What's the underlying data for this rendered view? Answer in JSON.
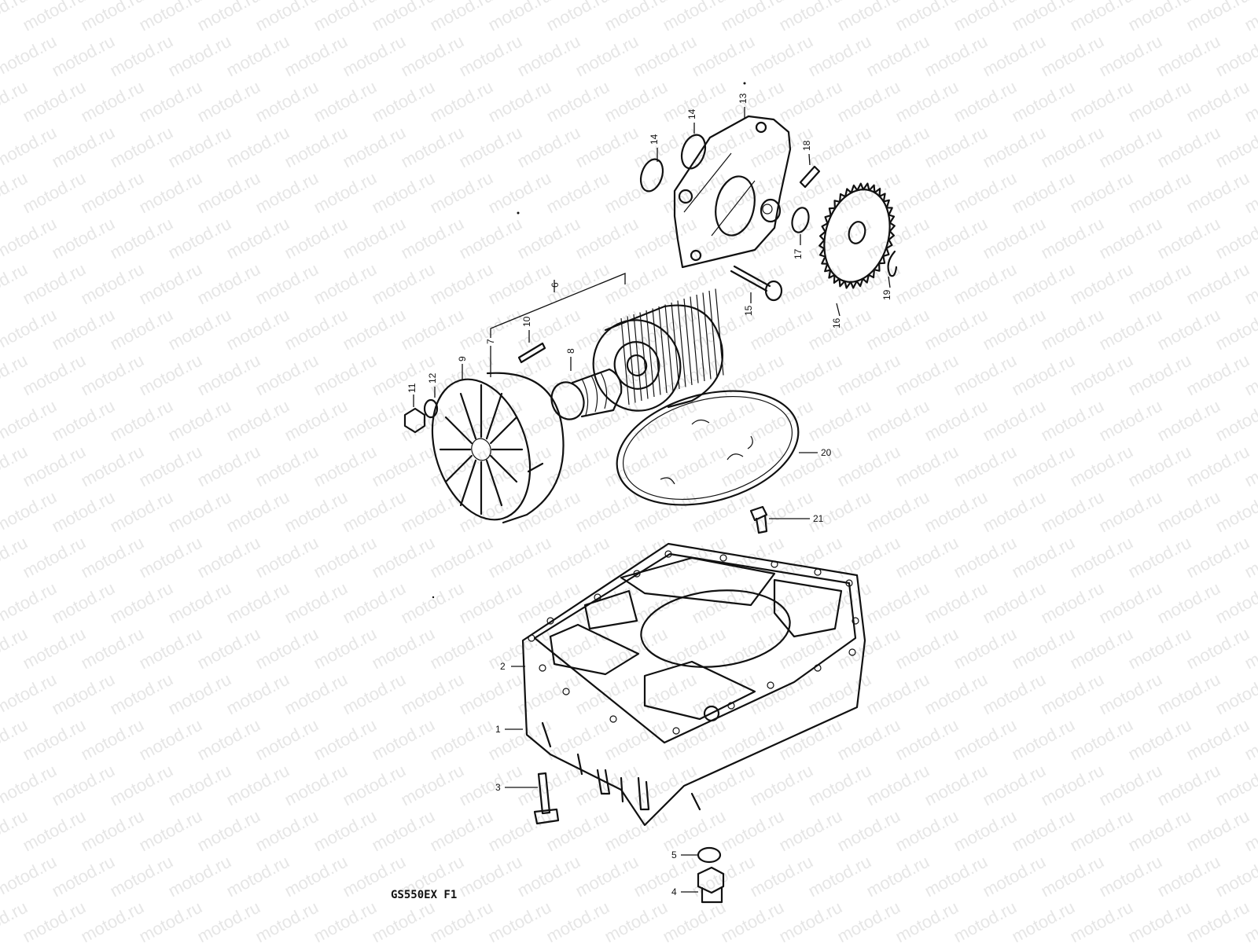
{
  "watermark": {
    "text": "motod.ru",
    "color": "#e6e6e6"
  },
  "colors": {
    "ink": "#111111",
    "background": "#ffffff"
  },
  "diagram_code": "GS550EX F1",
  "callouts": {
    "c1": "1",
    "c2": "2",
    "c3": "3",
    "c4": "4",
    "c5": "5",
    "c6": "6",
    "c7": "7",
    "c8": "8",
    "c9": "9",
    "c10": "10",
    "c11": "11",
    "c12": "12",
    "c13": "13",
    "c14a": "14",
    "c14b": "14",
    "c15": "15",
    "c16": "16",
    "c17": "17",
    "c18": "18",
    "c19": "19",
    "c20": "20",
    "c21": "21"
  }
}
